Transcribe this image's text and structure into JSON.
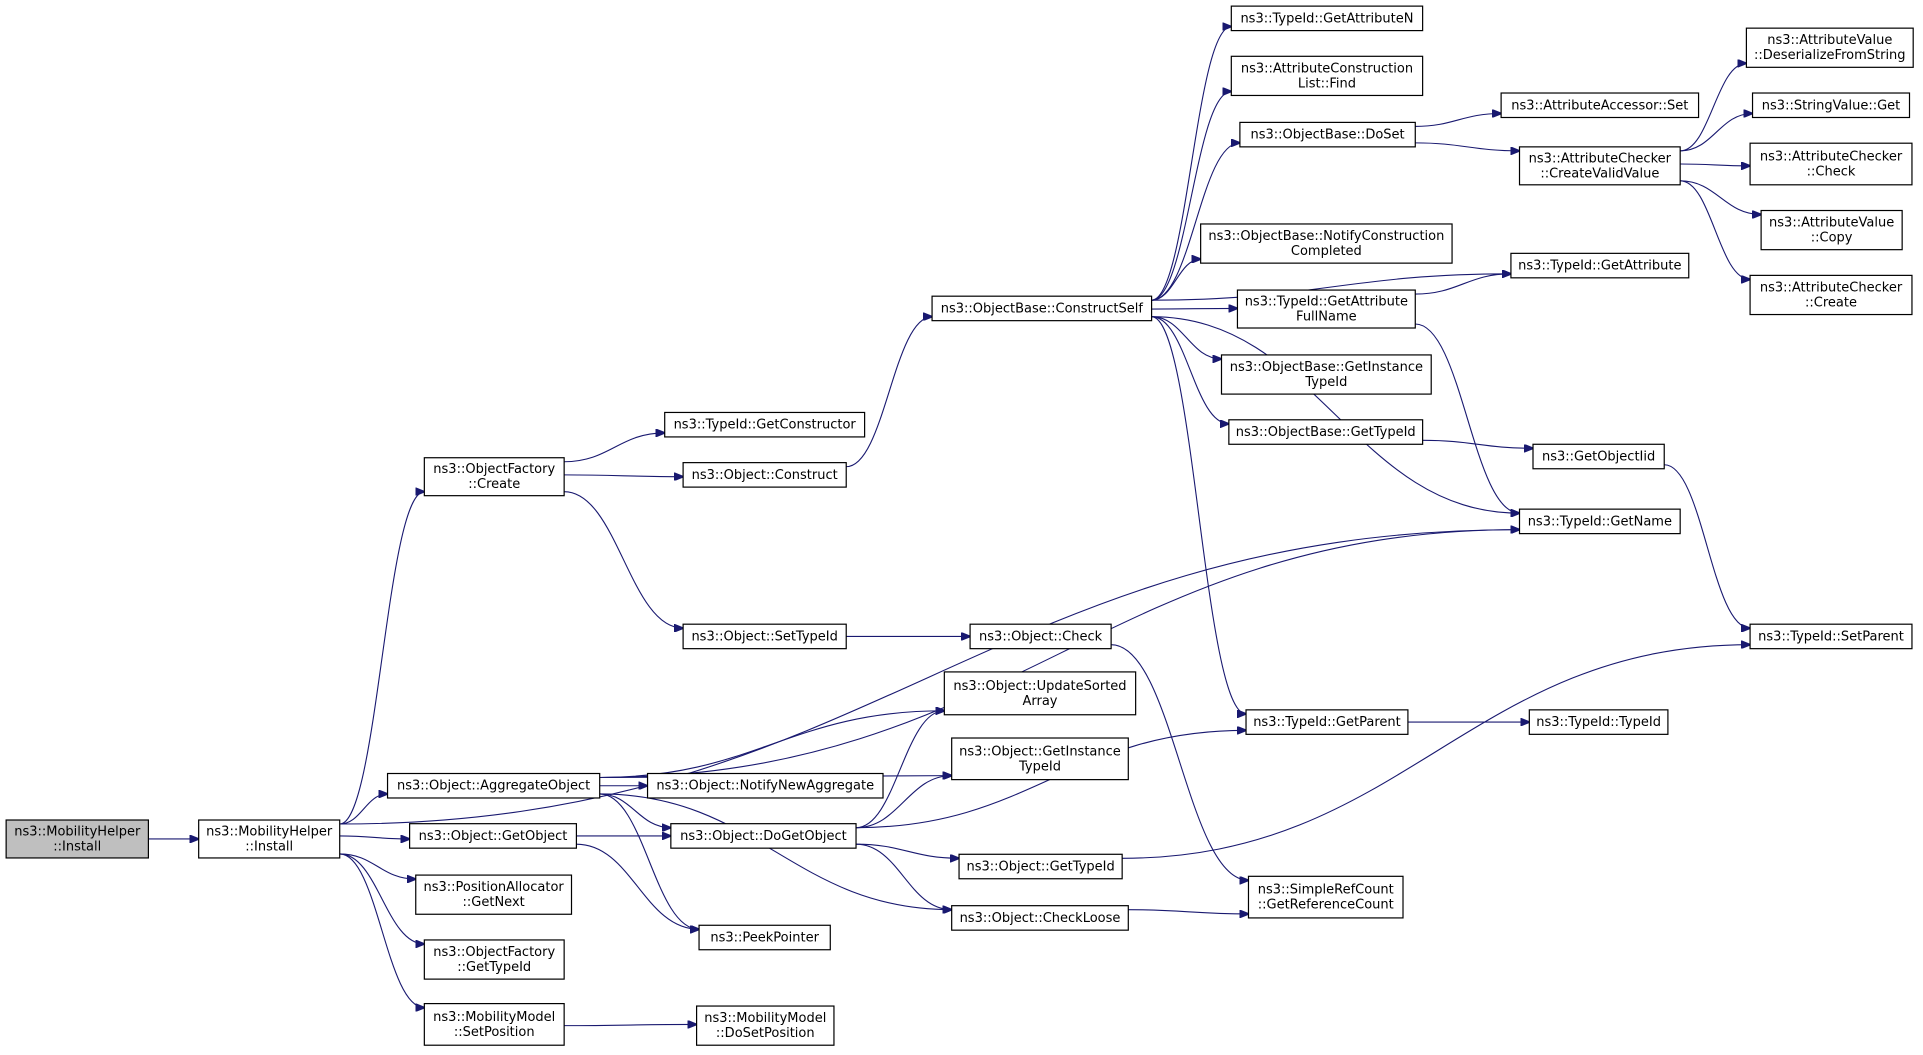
{
  "diagram": {
    "type": "call-graph",
    "colors": {
      "edge": "#191970",
      "root_fill": "#bfbfbf",
      "node_fill": "#ffffff",
      "node_stroke": "#000000"
    },
    "nodes": [
      {
        "id": "n0",
        "lines": [
          "ns3::MobilityHelper",
          "::Install"
        ],
        "root": true
      },
      {
        "id": "n1",
        "lines": [
          "ns3::MobilityHelper",
          "::Install"
        ]
      },
      {
        "id": "n2",
        "lines": [
          "ns3::ObjectFactory",
          "::Create"
        ]
      },
      {
        "id": "n3",
        "lines": [
          "ns3::TypeId::GetConstructor"
        ]
      },
      {
        "id": "n4",
        "lines": [
          "ns3::Object::Construct"
        ]
      },
      {
        "id": "n5",
        "lines": [
          "ns3::ObjectBase::ConstructSelf"
        ]
      },
      {
        "id": "n6",
        "lines": [
          "ns3::TypeId::GetAttributeN"
        ]
      },
      {
        "id": "n7",
        "lines": [
          "ns3::AttributeConstruction",
          "List::Find"
        ]
      },
      {
        "id": "n8",
        "lines": [
          "ns3::ObjectBase::DoSet"
        ]
      },
      {
        "id": "n9",
        "lines": [
          "ns3::AttributeAccessor::Set"
        ]
      },
      {
        "id": "n10",
        "lines": [
          "ns3::AttributeChecker",
          "::CreateValidValue"
        ]
      },
      {
        "id": "n11",
        "lines": [
          "ns3::AttributeValue",
          "::DeserializeFromString"
        ]
      },
      {
        "id": "n12",
        "lines": [
          "ns3::StringValue::Get"
        ]
      },
      {
        "id": "n13",
        "lines": [
          "ns3::AttributeChecker",
          "::Check"
        ]
      },
      {
        "id": "n14",
        "lines": [
          "ns3::AttributeValue",
          "::Copy"
        ]
      },
      {
        "id": "n15",
        "lines": [
          "ns3::AttributeChecker",
          "::Create"
        ]
      },
      {
        "id": "n16",
        "lines": [
          "ns3::TypeId::GetAttribute"
        ]
      },
      {
        "id": "n17",
        "lines": [
          "ns3::ObjectBase::NotifyConstruction",
          "Completed"
        ]
      },
      {
        "id": "n18",
        "lines": [
          "ns3::TypeId::GetAttribute",
          "FullName"
        ]
      },
      {
        "id": "n19",
        "lines": [
          "ns3::ObjectBase::GetInstance",
          "TypeId"
        ]
      },
      {
        "id": "n20",
        "lines": [
          "ns3::ObjectBase::GetTypeId"
        ]
      },
      {
        "id": "n21",
        "lines": [
          "ns3::GetObjectIid"
        ]
      },
      {
        "id": "n22",
        "lines": [
          "ns3::TypeId::GetName"
        ]
      },
      {
        "id": "n23",
        "lines": [
          "ns3::TypeId::SetParent"
        ]
      },
      {
        "id": "n24",
        "lines": [
          "ns3::Object::SetTypeId"
        ]
      },
      {
        "id": "n25",
        "lines": [
          "ns3::Object::Check"
        ]
      },
      {
        "id": "n26",
        "lines": [
          "ns3::Object::UpdateSorted",
          "Array"
        ]
      },
      {
        "id": "n27",
        "lines": [
          "ns3::TypeId::GetParent"
        ]
      },
      {
        "id": "n28",
        "lines": [
          "ns3::TypeId::TypeId"
        ]
      },
      {
        "id": "n29",
        "lines": [
          "ns3::Object::GetInstance",
          "TypeId"
        ]
      },
      {
        "id": "n30",
        "lines": [
          "ns3::Object::AggregateObject"
        ]
      },
      {
        "id": "n31",
        "lines": [
          "ns3::Object::NotifyNewAggregate"
        ]
      },
      {
        "id": "n32",
        "lines": [
          "ns3::Object::GetObject"
        ]
      },
      {
        "id": "n33",
        "lines": [
          "ns3::Object::DoGetObject"
        ]
      },
      {
        "id": "n34",
        "lines": [
          "ns3::Object::GetTypeId"
        ]
      },
      {
        "id": "n35",
        "lines": [
          "ns3::SimpleRefCount",
          "::GetReferenceCount"
        ]
      },
      {
        "id": "n36",
        "lines": [
          "ns3::PositionAllocator",
          "::GetNext"
        ]
      },
      {
        "id": "n37",
        "lines": [
          "ns3::Object::CheckLoose"
        ]
      },
      {
        "id": "n38",
        "lines": [
          "ns3::PeekPointer"
        ]
      },
      {
        "id": "n39",
        "lines": [
          "ns3::ObjectFactory",
          "::GetTypeId"
        ]
      },
      {
        "id": "n40",
        "lines": [
          "ns3::MobilityModel",
          "::SetPosition"
        ]
      },
      {
        "id": "n41",
        "lines": [
          "ns3::MobilityModel",
          "::DoSetPosition"
        ]
      }
    ],
    "edges": [
      [
        "n0",
        "n1"
      ],
      [
        "n1",
        "n2"
      ],
      [
        "n1",
        "n22"
      ],
      [
        "n1",
        "n30"
      ],
      [
        "n1",
        "n32"
      ],
      [
        "n1",
        "n36"
      ],
      [
        "n1",
        "n39"
      ],
      [
        "n1",
        "n40"
      ],
      [
        "n2",
        "n3"
      ],
      [
        "n2",
        "n4"
      ],
      [
        "n2",
        "n24"
      ],
      [
        "n4",
        "n5"
      ],
      [
        "n5",
        "n6"
      ],
      [
        "n5",
        "n7"
      ],
      [
        "n5",
        "n8"
      ],
      [
        "n5",
        "n16"
      ],
      [
        "n5",
        "n17"
      ],
      [
        "n5",
        "n18"
      ],
      [
        "n5",
        "n19"
      ],
      [
        "n5",
        "n20"
      ],
      [
        "n5",
        "n22"
      ],
      [
        "n5",
        "n27"
      ],
      [
        "n8",
        "n9"
      ],
      [
        "n8",
        "n10"
      ],
      [
        "n10",
        "n11"
      ],
      [
        "n10",
        "n12"
      ],
      [
        "n10",
        "n13"
      ],
      [
        "n10",
        "n14"
      ],
      [
        "n10",
        "n15"
      ],
      [
        "n18",
        "n16"
      ],
      [
        "n18",
        "n22"
      ],
      [
        "n20",
        "n21"
      ],
      [
        "n21",
        "n23"
      ],
      [
        "n24",
        "n25"
      ],
      [
        "n25",
        "n35"
      ],
      [
        "n27",
        "n28"
      ],
      [
        "n30",
        "n22"
      ],
      [
        "n30",
        "n26"
      ],
      [
        "n30",
        "n29"
      ],
      [
        "n30",
        "n31"
      ],
      [
        "n30",
        "n33"
      ],
      [
        "n30",
        "n37"
      ],
      [
        "n30",
        "n38"
      ],
      [
        "n32",
        "n33"
      ],
      [
        "n32",
        "n38"
      ],
      [
        "n33",
        "n26"
      ],
      [
        "n33",
        "n29"
      ],
      [
        "n33",
        "n27"
      ],
      [
        "n33",
        "n34"
      ],
      [
        "n33",
        "n37"
      ],
      [
        "n34",
        "n23"
      ],
      [
        "n37",
        "n35"
      ],
      [
        "n40",
        "n41"
      ]
    ]
  }
}
